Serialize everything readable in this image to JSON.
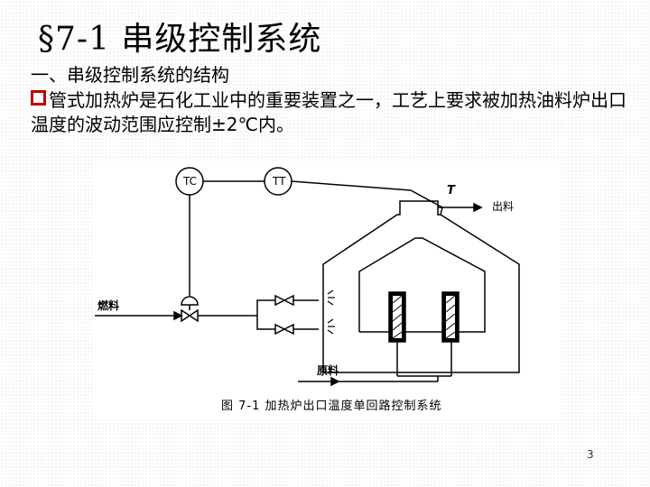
{
  "slide": {
    "title": "§7-1  串级控制系统",
    "section_heading": "一、串级控制系统的结构",
    "bullet_text": "管式加热炉是石化工业中的重要装置之一，工艺上要求被加热油料炉出口温度的波动范围应控制±2℃内。",
    "page_number": "3"
  },
  "figure": {
    "tc_label": "TC",
    "tt_label": "TT",
    "t_label": "T",
    "outlet_label": "出料",
    "fuel_label": "燃料",
    "feed_label": "原料",
    "caption": "图 7-1   加热炉出口温度单回路控制系统"
  }
}
